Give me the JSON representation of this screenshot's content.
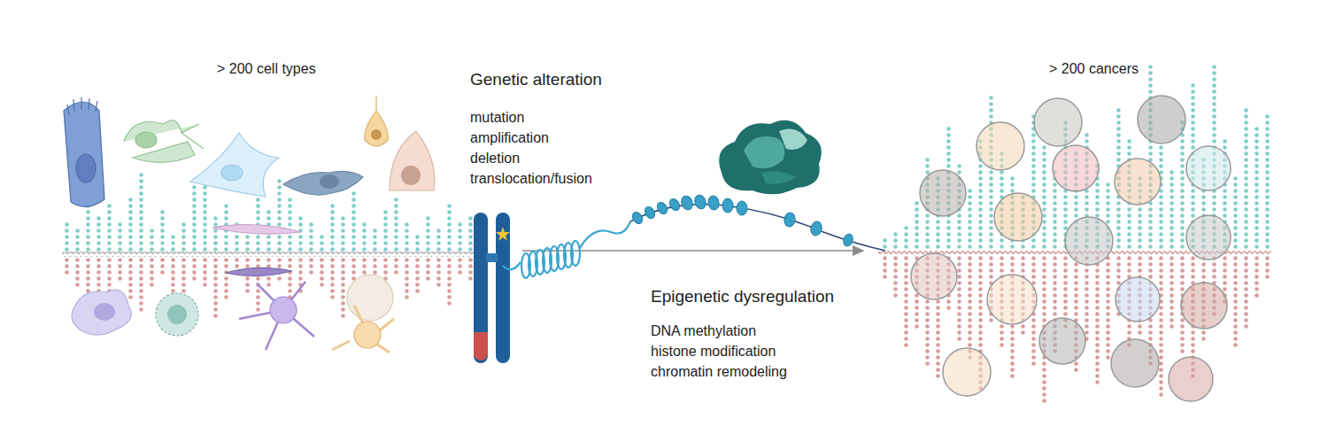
{
  "diagram": {
    "labels": [
      "> 200 cell types",
      "Genetic alteration",
      "mutation",
      "amplification",
      "deletion",
      "translocation/fusion",
      "Epigenetic dysregulation",
      "DNA methylation",
      "histone modification",
      "chromatin remodeling",
      "> 200 cancers"
    ]
  }
}
